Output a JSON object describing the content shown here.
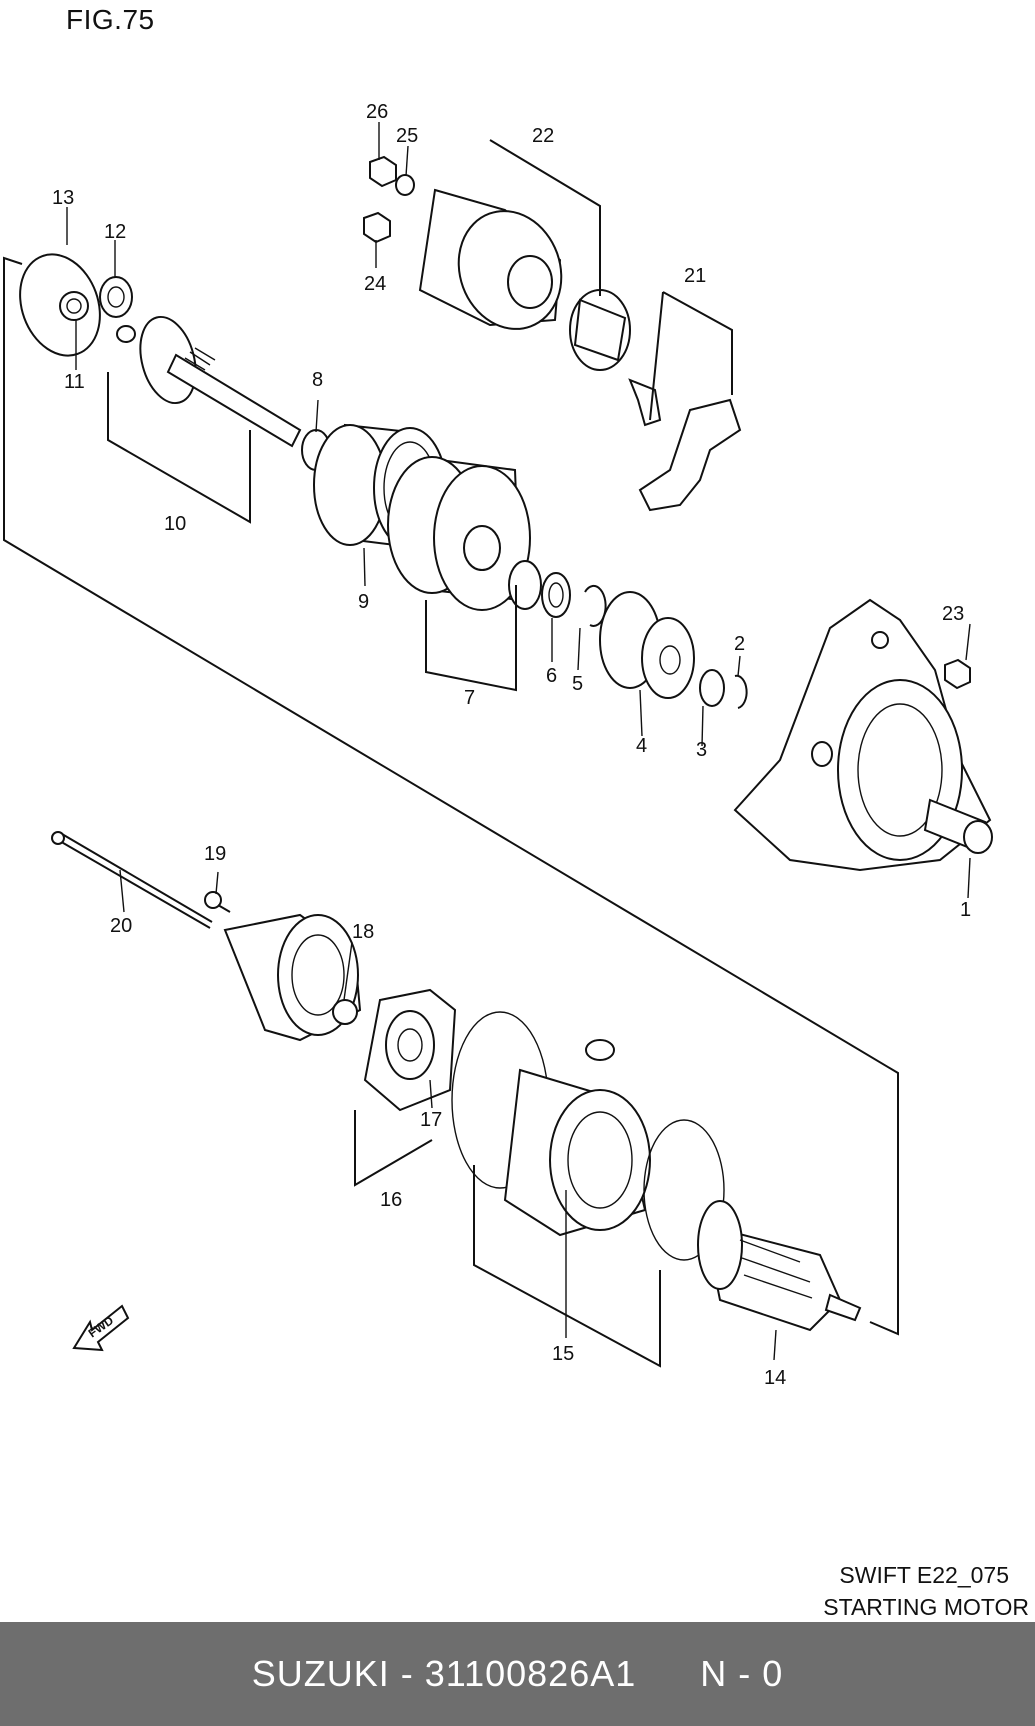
{
  "figure": {
    "title": "FIG.75"
  },
  "caption": {
    "line1": "SWIFT E22_075",
    "line2": "STARTING MOTOR"
  },
  "footer": {
    "part": "SUZUKI - 31100826A1",
    "code": "N - 0"
  },
  "fwd_label": "FWD",
  "callouts": [
    {
      "id": "c1",
      "label": "1"
    },
    {
      "id": "c2",
      "label": "2"
    },
    {
      "id": "c3",
      "label": "3"
    },
    {
      "id": "c4",
      "label": "4"
    },
    {
      "id": "c5",
      "label": "5"
    },
    {
      "id": "c6",
      "label": "6"
    },
    {
      "id": "c7",
      "label": "7"
    },
    {
      "id": "c8",
      "label": "8"
    },
    {
      "id": "c9",
      "label": "9"
    },
    {
      "id": "c10",
      "label": "10"
    },
    {
      "id": "c11",
      "label": "11"
    },
    {
      "id": "c12",
      "label": "12"
    },
    {
      "id": "c13",
      "label": "13"
    },
    {
      "id": "c14",
      "label": "14"
    },
    {
      "id": "c15",
      "label": "15"
    },
    {
      "id": "c16",
      "label": "16"
    },
    {
      "id": "c17",
      "label": "17"
    },
    {
      "id": "c18",
      "label": "18"
    },
    {
      "id": "c19",
      "label": "19"
    },
    {
      "id": "c20",
      "label": "20"
    },
    {
      "id": "c21",
      "label": "21"
    },
    {
      "id": "c22",
      "label": "22"
    },
    {
      "id": "c23",
      "label": "23"
    },
    {
      "id": "c24",
      "label": "24"
    },
    {
      "id": "c25",
      "label": "25"
    },
    {
      "id": "c26",
      "label": "26"
    }
  ]
}
